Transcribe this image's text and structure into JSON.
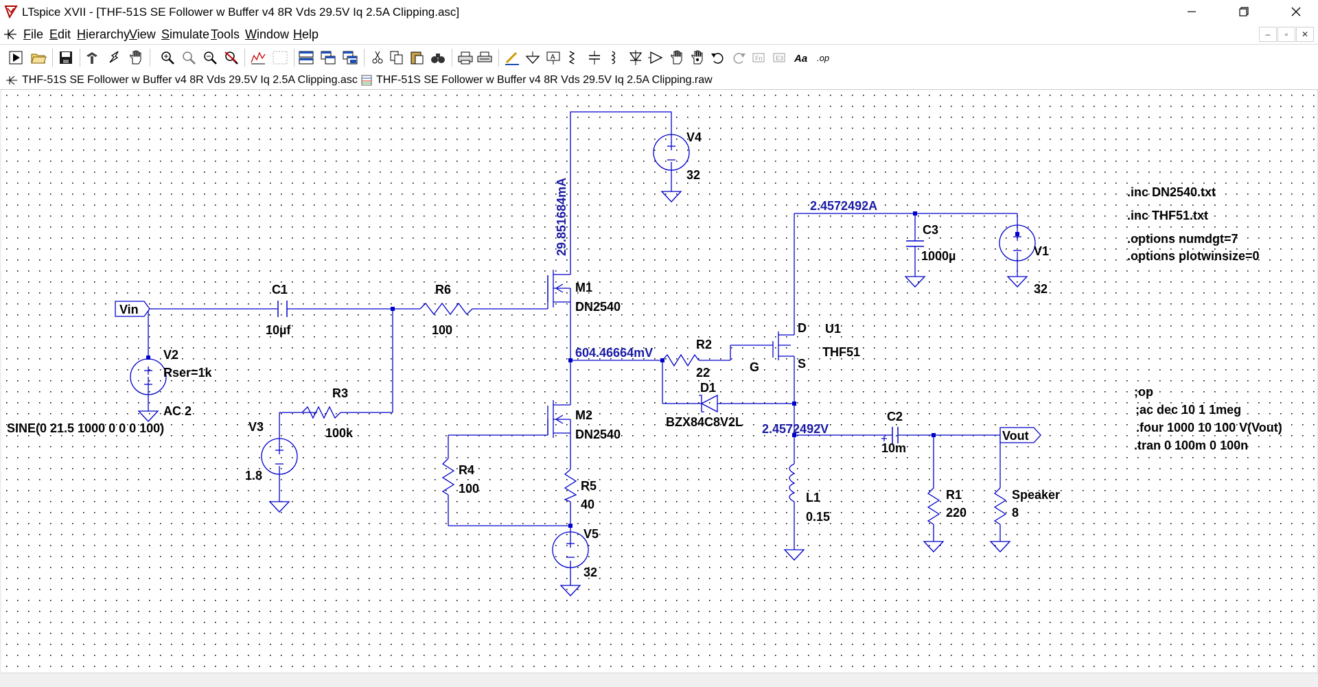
{
  "window": {
    "title": "LTspice XVII - [THF-51S SE Follower w Buffer v4 8R Vds 29.5V Iq 2.5A Clipping.asc]",
    "controls": [
      "minimize-icon",
      "maximize-icon",
      "close-icon"
    ]
  },
  "menu": {
    "items": [
      {
        "label": "File",
        "underline": "F"
      },
      {
        "label": "Edit",
        "underline": "E"
      },
      {
        "label": "Hierarchy",
        "underline": "H"
      },
      {
        "label": "View",
        "underline": "V"
      },
      {
        "label": "Simulate",
        "underline": "S"
      },
      {
        "label": "Tools",
        "underline": "T"
      },
      {
        "label": "Window",
        "underline": "W"
      },
      {
        "label": "Help",
        "underline": "H"
      }
    ],
    "mdi_controls": [
      "–",
      "▫",
      "✕"
    ]
  },
  "toolbar": {
    "icons": [
      "run-icon",
      "open-icon",
      "save-icon",
      "control-panel-icon",
      "halt-icon",
      "pan-icon",
      "zoom-in-icon",
      "zoom-area-icon",
      "zoom-out-icon",
      "zoom-cancel-icon",
      "autorange-icon",
      "unused-icon",
      "tile-horizontal-icon",
      "cascade-icon",
      "tile-vertical-icon",
      "cut-icon",
      "copy-icon",
      "paste-icon",
      "find-icon",
      "print-icon",
      "print-setup-icon",
      "wire-icon",
      "ground-icon",
      "label-net-icon",
      "resistor-icon",
      "capacitor-icon",
      "inductor-icon",
      "diode-icon",
      "component-icon",
      "move-icon",
      "drag-icon",
      "undo-icon",
      "redo-icon",
      "rotate-icon",
      "mirror-icon",
      "text-icon",
      "spice-directive-icon"
    ],
    "text_button": "Aa",
    "op_button": ".op"
  },
  "tabs": [
    {
      "label": "THF-51S SE Follower w Buffer v4 8R Vds 29.5V Iq 2.5A Clipping.asc",
      "icon": "schematic-icon"
    },
    {
      "label": "THF-51S SE Follower w Buffer v4 8R Vds 29.5V Iq 2.5A Clipping.raw",
      "icon": "waveform-icon"
    }
  ],
  "schematic": {
    "colors": {
      "wire": "#0000cc",
      "label": "#000000",
      "annotation": "#1a1aa6",
      "grid": "#000000"
    },
    "components": {
      "V4": {
        "name": "V4",
        "value": "32"
      },
      "V1": {
        "name": "V1",
        "value": "32"
      },
      "V2": {
        "name": "V2",
        "ser": "Rser=1k",
        "ac": "AC 2",
        "sine": "SINE(0 21.5 1000 0 0 0 100)"
      },
      "V3": {
        "name": "V3",
        "value": "1.8"
      },
      "V5": {
        "name": "V5",
        "value": "32"
      },
      "C1": {
        "name": "C1",
        "value": "10µf"
      },
      "C2": {
        "name": "C2",
        "value": "10m"
      },
      "C3": {
        "name": "C3",
        "value": "1000µ"
      },
      "R6": {
        "name": "R6",
        "value": "100"
      },
      "R3": {
        "name": "R3",
        "value": "100k"
      },
      "R2": {
        "name": "R2",
        "value": "22"
      },
      "R4": {
        "name": "R4",
        "value": "100"
      },
      "R5": {
        "name": "R5",
        "value": "40"
      },
      "R1": {
        "name": "R1",
        "value": "220"
      },
      "Speaker": {
        "name": "Speaker",
        "value": "8"
      },
      "L1": {
        "name": "L1",
        "value": "0.15"
      },
      "M1": {
        "name": "M1",
        "model": "DN2540"
      },
      "M2": {
        "name": "M2",
        "model": "DN2540"
      },
      "D1": {
        "name": "D1",
        "model": "BZX84C8V2L"
      },
      "U1": {
        "name": "U1",
        "model": "THF51",
        "pin_d": "D",
        "pin_g": "G",
        "pin_s": "S"
      }
    },
    "net_labels": {
      "vin": "Vin",
      "vout": "Vout"
    },
    "annotations": {
      "m1_current": "29.851684mA",
      "top_current": "2.4572492A",
      "gate_voltage": "604.46664mV",
      "source_voltage": "2.4572492V"
    },
    "directives": [
      ".inc DN2540.txt",
      ".inc THF51.txt",
      ".options numdgt=7",
      ".options plotwinsize=0",
      ";op",
      ";ac dec 10 1 1meg",
      ".four 1000 10 100 V(Vout)",
      ".tran 0 100m 0 100n"
    ]
  }
}
